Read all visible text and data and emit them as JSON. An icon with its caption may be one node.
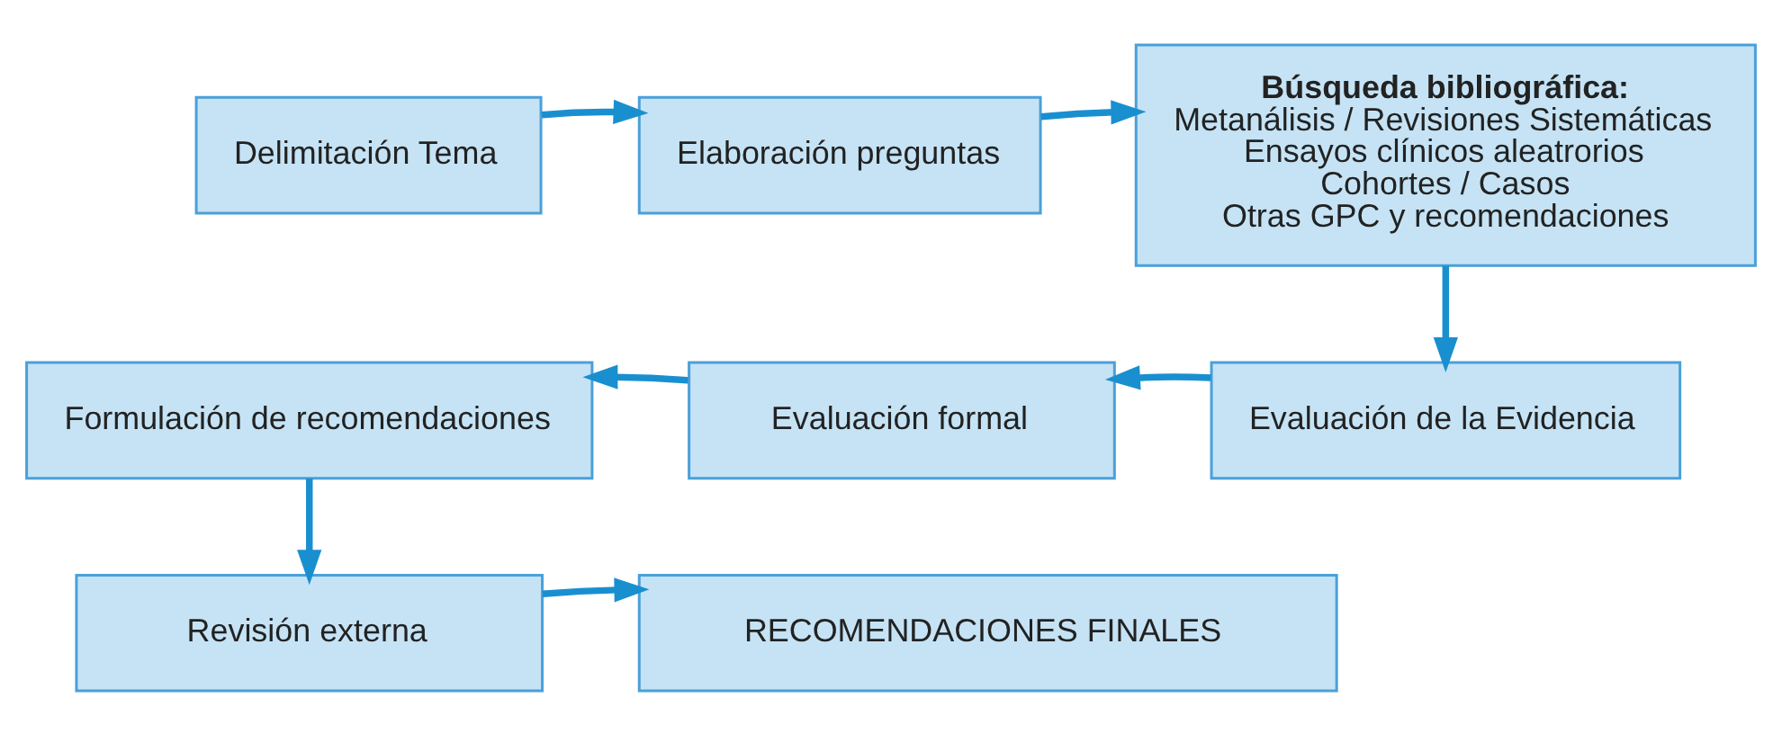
{
  "diagram": {
    "nodes": [
      {
        "text": [
          "Delimitación Tema"
        ]
      },
      {
        "text": [
          "Elaboración preguntas"
        ]
      },
      {
        "text": [
          "Búsqueda bibliográfica:",
          "Metanálisis / Revisiones Sistemáticas",
          "Ensayos clínicos aleatrorios",
          "Cohortes / Casos",
          "Otras GPC y recomendaciones"
        ]
      },
      {
        "text": [
          "Evaluación de la Evidencia"
        ]
      },
      {
        "text": [
          "Evaluación formal"
        ]
      },
      {
        "text": [
          "Formulación de recomendaciones"
        ]
      },
      {
        "text": [
          "Revisión externa"
        ]
      },
      {
        "text": [
          "RECOMENDACIONES FINALES"
        ]
      }
    ],
    "edges": [
      {
        "from": 0,
        "to": 1,
        "arrow": "to"
      },
      {
        "from": 1,
        "to": 2,
        "arrow": "to"
      },
      {
        "from": 2,
        "to": 3,
        "arrow": "to"
      },
      {
        "from": 3,
        "to": 4,
        "arrow": "to"
      },
      {
        "from": 4,
        "to": 5,
        "arrow": "to"
      },
      {
        "from": 5,
        "to": 6,
        "arrow": "to"
      },
      {
        "from": 6,
        "to": 7,
        "arrow": "to"
      }
    ]
  }
}
